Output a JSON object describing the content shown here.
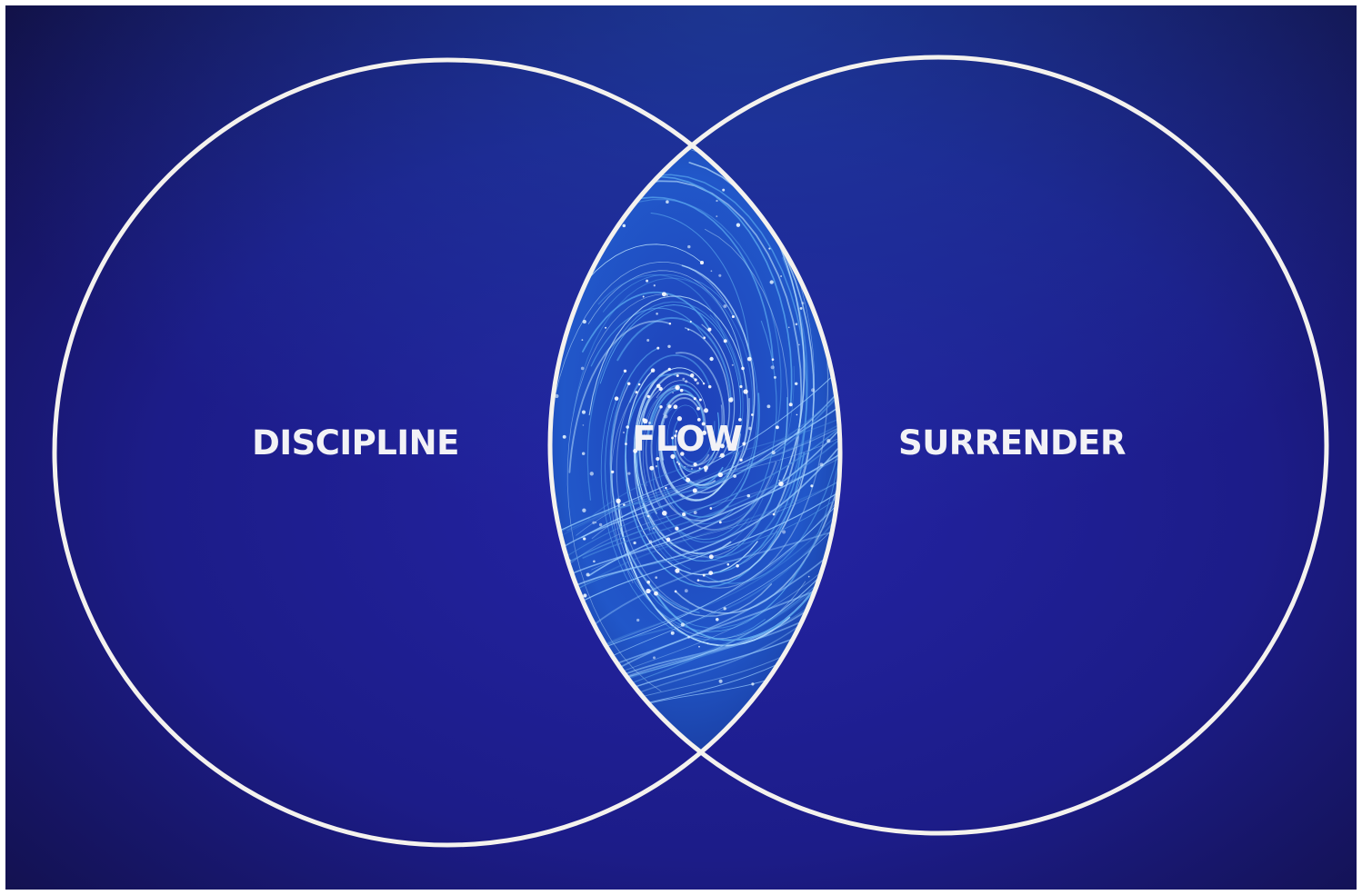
{
  "diagram": {
    "type": "venn",
    "left_circle": {
      "label": "DISCIPLINE"
    },
    "right_circle": {
      "label": "SURRENDER"
    },
    "intersection": {
      "label": "FLOW"
    }
  },
  "colors": {
    "background_center": "#2323a0",
    "background_edge": "#12104a",
    "circle_stroke": "#f4f2ee",
    "label_text": "#f2f2f6",
    "swirl_light": "#bfe6ff",
    "swirl_mid": "#5aa8ee"
  }
}
